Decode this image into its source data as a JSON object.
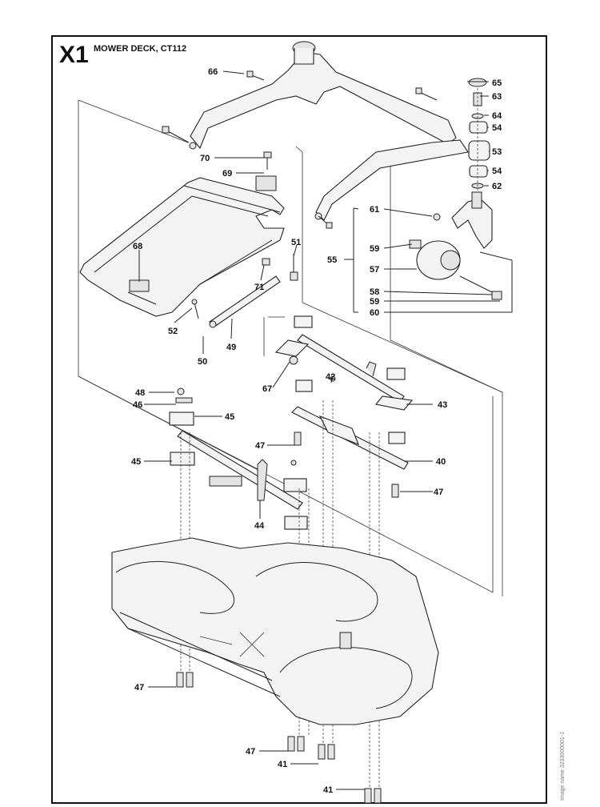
{
  "diagram": {
    "section_code": "X1",
    "title": "MOWER DECK, CT112",
    "side_note": "Image name 3233000001-J",
    "callouts": [
      {
        "id": "c66",
        "text": "66"
      },
      {
        "id": "c65",
        "text": "65"
      },
      {
        "id": "c63",
        "text": "63"
      },
      {
        "id": "c64",
        "text": "64"
      },
      {
        "id": "c54a",
        "text": "54"
      },
      {
        "id": "c53",
        "text": "53"
      },
      {
        "id": "c54b",
        "text": "54"
      },
      {
        "id": "c62",
        "text": "62"
      },
      {
        "id": "c70",
        "text": "70"
      },
      {
        "id": "c69",
        "text": "69"
      },
      {
        "id": "c61",
        "text": "61"
      },
      {
        "id": "c68",
        "text": "68"
      },
      {
        "id": "c51",
        "text": "51"
      },
      {
        "id": "c55",
        "text": "55"
      },
      {
        "id": "c59a",
        "text": "59"
      },
      {
        "id": "c57",
        "text": "57"
      },
      {
        "id": "c71",
        "text": "71"
      },
      {
        "id": "c58",
        "text": "58"
      },
      {
        "id": "c59b",
        "text": "59"
      },
      {
        "id": "c60",
        "text": "60"
      },
      {
        "id": "c52",
        "text": "52"
      },
      {
        "id": "c49",
        "text": "49"
      },
      {
        "id": "c50",
        "text": "50"
      },
      {
        "id": "c67",
        "text": "67"
      },
      {
        "id": "c42",
        "text": "42"
      },
      {
        "id": "c48",
        "text": "48"
      },
      {
        "id": "c46",
        "text": "46"
      },
      {
        "id": "c43",
        "text": "43"
      },
      {
        "id": "c45a",
        "text": "45"
      },
      {
        "id": "c47a",
        "text": "47"
      },
      {
        "id": "c45b",
        "text": "45"
      },
      {
        "id": "c40",
        "text": "40"
      },
      {
        "id": "c47b",
        "text": "47"
      },
      {
        "id": "c44",
        "text": "44"
      },
      {
        "id": "c47c",
        "text": "47"
      },
      {
        "id": "c47d",
        "text": "47"
      },
      {
        "id": "c41a",
        "text": "41"
      },
      {
        "id": "c41b",
        "text": "41"
      }
    ]
  }
}
